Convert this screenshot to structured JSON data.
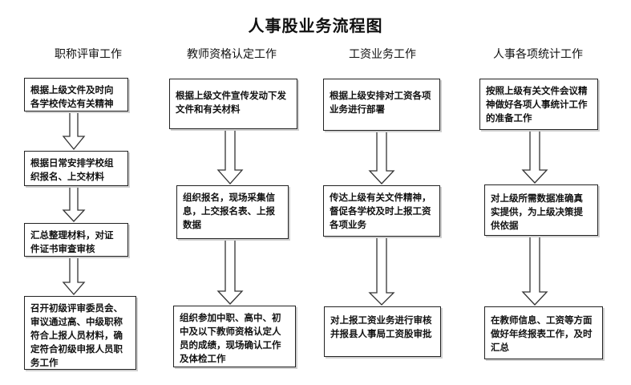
{
  "title": "人事股业务流程图",
  "columns": [
    {
      "heading": "职称评审工作",
      "steps": [
        "根据上级文件及时向各学校传达有关精神",
        "根据日常安排学校组织报名、上交材料",
        "汇总整理材料，对证件证书审查审核",
        "召开初级评审委员会、审议通过高、中级职称符合上报人员材料，确定符合初级申报人员职务工作"
      ]
    },
    {
      "heading": "教师资格认定工作",
      "steps": [
        "根据上级文件宣传发动下发文件和有关材料",
        "组织报名，现场采集信息，上交报名表、上报数据",
        "组织参加中职、高中、初中及以下教师资格认定人员的成绩，现场确认工作及体检工作"
      ]
    },
    {
      "heading": "工资业务工作",
      "steps": [
        "根据上级安排对工资各项业务进行部署",
        "传达上级有关文件精神，督促各学校及时上报工资各项业务",
        "对上报工资业务进行审核并报县人事局工资股审批"
      ]
    },
    {
      "heading": "人事各项统计工作",
      "steps": [
        "按照上级有关文件会议精神做好各项人事统计工作的准备工作",
        "对上级所需数据准确真实提供，为上级决策提供依据",
        "在教师信息、工资等方面做好年终报表工作，及时汇总"
      ]
    }
  ]
}
